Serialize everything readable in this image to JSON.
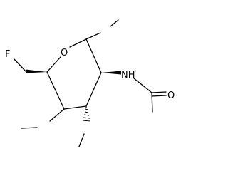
{
  "molecule": {
    "atoms": {
      "ring_oxygen": "O",
      "fluorine": "F",
      "amide_nitrogen": "NH",
      "carbonyl_oxygen": "O"
    },
    "colors": {
      "bond": "#000000",
      "label": "#000000",
      "background": "#ffffff"
    }
  }
}
